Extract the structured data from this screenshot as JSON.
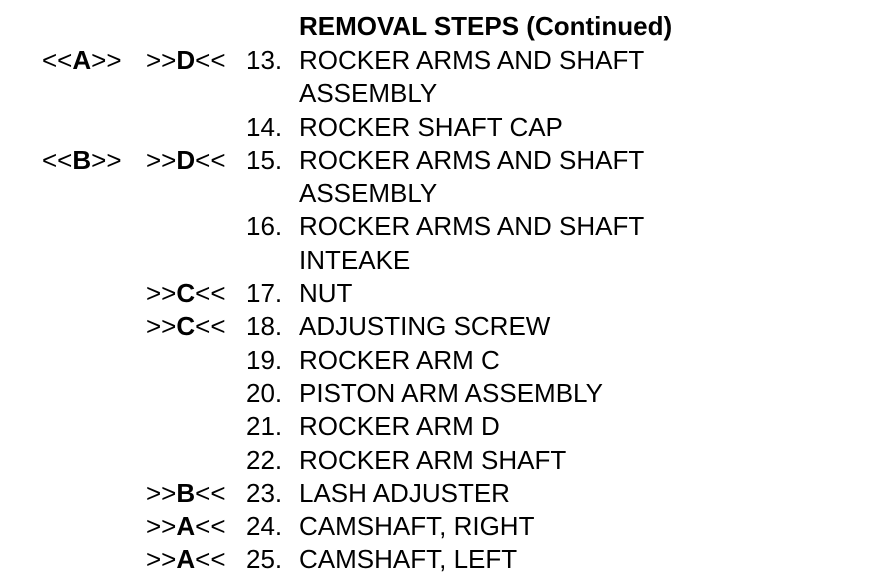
{
  "title": "REMOVAL STEPS (Continued)",
  "steps": [
    {
      "prefix_a": "<<",
      "letter_a": "A",
      "suffix_a": ">>",
      "prefix_b": ">>",
      "letter_b": "D",
      "suffix_b": "<<",
      "number": "13.",
      "text": "ROCKER ARMS AND SHAFT"
    },
    {
      "number": "",
      "text": "ASSEMBLY"
    },
    {
      "number": "14.",
      "text": "ROCKER SHAFT CAP"
    },
    {
      "prefix_a": "<<",
      "letter_a": "B",
      "suffix_a": ">>",
      "prefix_b": ">>",
      "letter_b": "D",
      "suffix_b": "<<",
      "number": "15.",
      "text": "ROCKER ARMS AND SHAFT"
    },
    {
      "number": "",
      "text": "ASSEMBLY"
    },
    {
      "number": "16.",
      "text": "ROCKER ARMS AND SHAFT"
    },
    {
      "number": "",
      "text": "INTEAKE"
    },
    {
      "prefix_b": ">>",
      "letter_b": "C",
      "suffix_b": "<<",
      "number": "17.",
      "text": "NUT"
    },
    {
      "prefix_b": ">>",
      "letter_b": "C",
      "suffix_b": "<<",
      "number": "18.",
      "text": "ADJUSTING SCREW"
    },
    {
      "number": "19.",
      "text": "ROCKER ARM C"
    },
    {
      "number": "20.",
      "text": "PISTON ARM ASSEMBLY"
    },
    {
      "number": "21.",
      "text": "ROCKER ARM D"
    },
    {
      "number": "22.",
      "text": "ROCKER ARM SHAFT"
    },
    {
      "prefix_b": ">>",
      "letter_b": "B",
      "suffix_b": "<<",
      "number": "23.",
      "text": "LASH ADJUSTER"
    },
    {
      "prefix_b": ">>",
      "letter_b": "A",
      "suffix_b": "<<",
      "number": "24.",
      "text": "CAMSHAFT, RIGHT"
    },
    {
      "prefix_b": ">>",
      "letter_b": "A",
      "suffix_b": "<<",
      "number": "25.",
      "text": "CAMSHAFT, LEFT"
    }
  ]
}
